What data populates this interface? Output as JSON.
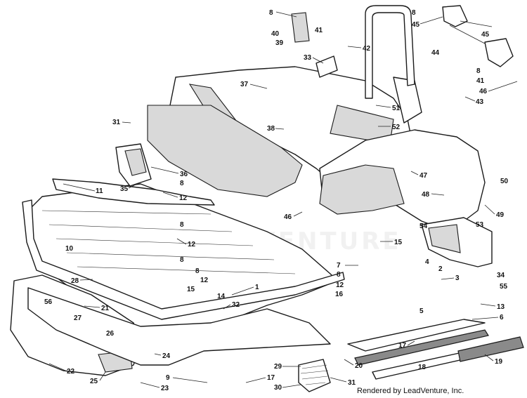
{
  "credit": "Rendered by LeadVenture, Inc.",
  "watermark": "LEADVENTURE",
  "callouts": [
    {
      "n": "8"
    },
    {
      "n": "40"
    },
    {
      "n": "41"
    },
    {
      "n": "39"
    },
    {
      "n": "33"
    },
    {
      "n": "42"
    },
    {
      "n": "8"
    },
    {
      "n": "45"
    },
    {
      "n": "44"
    },
    {
      "n": "45"
    },
    {
      "n": "8"
    },
    {
      "n": "41"
    },
    {
      "n": "46"
    },
    {
      "n": "43"
    },
    {
      "n": "37"
    },
    {
      "n": "51"
    },
    {
      "n": "52"
    },
    {
      "n": "38"
    },
    {
      "n": "31"
    },
    {
      "n": "36"
    },
    {
      "n": "8"
    },
    {
      "n": "35"
    },
    {
      "n": "11"
    },
    {
      "n": "12"
    },
    {
      "n": "47"
    },
    {
      "n": "48"
    },
    {
      "n": "50"
    },
    {
      "n": "49"
    },
    {
      "n": "46"
    },
    {
      "n": "8"
    },
    {
      "n": "12"
    },
    {
      "n": "54"
    },
    {
      "n": "53"
    },
    {
      "n": "10"
    },
    {
      "n": "8"
    },
    {
      "n": "15"
    },
    {
      "n": "7"
    },
    {
      "n": "8"
    },
    {
      "n": "4"
    },
    {
      "n": "2"
    },
    {
      "n": "34"
    },
    {
      "n": "3"
    },
    {
      "n": "55"
    },
    {
      "n": "12"
    },
    {
      "n": "16"
    },
    {
      "n": "8"
    },
    {
      "n": "12"
    },
    {
      "n": "28"
    },
    {
      "n": "1"
    },
    {
      "n": "56"
    },
    {
      "n": "14"
    },
    {
      "n": "15"
    },
    {
      "n": "32"
    },
    {
      "n": "21"
    },
    {
      "n": "27"
    },
    {
      "n": "13"
    },
    {
      "n": "5"
    },
    {
      "n": "6"
    },
    {
      "n": "26"
    },
    {
      "n": "17"
    },
    {
      "n": "19"
    },
    {
      "n": "24"
    },
    {
      "n": "20"
    },
    {
      "n": "18"
    },
    {
      "n": "22"
    },
    {
      "n": "9"
    },
    {
      "n": "17"
    },
    {
      "n": "29"
    },
    {
      "n": "25"
    },
    {
      "n": "23"
    },
    {
      "n": "30"
    },
    {
      "n": "31"
    }
  ]
}
